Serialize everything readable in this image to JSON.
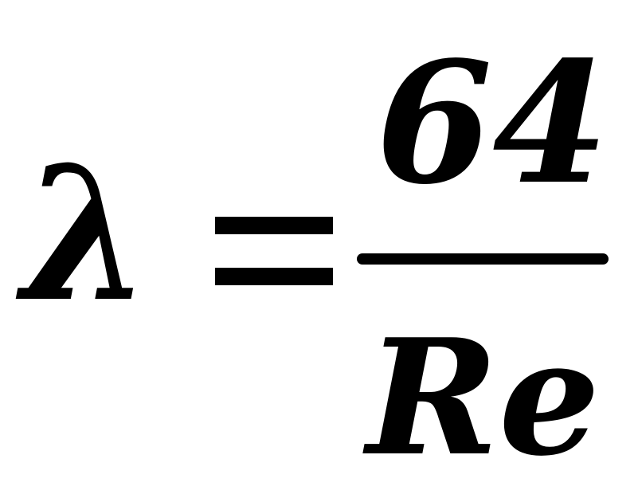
{
  "formula": {
    "lhs": "λ",
    "equals": "=",
    "numerator": "64",
    "denominator": "Re"
  }
}
